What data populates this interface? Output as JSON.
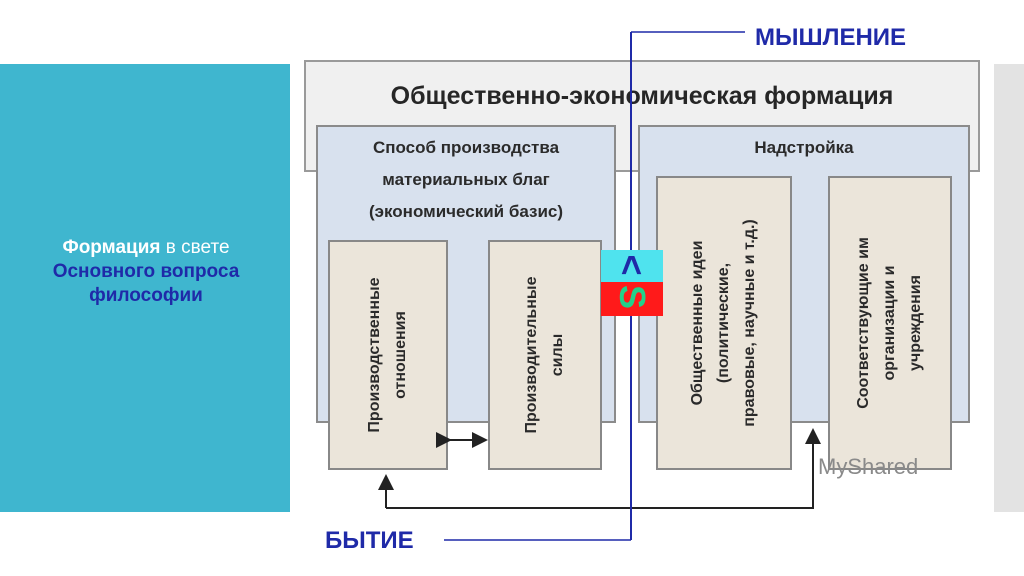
{
  "sidebar": {
    "bold_1": "Формация",
    "normal": " в свете",
    "bold_2": "Основного вопроса философии"
  },
  "diagram": {
    "title": "Общественно-экономическая формация",
    "left_panel": {
      "line1": "Способ производства",
      "line2": "материальных благ",
      "line3": "(экономический базис)"
    },
    "right_panel": {
      "title": "Надстройка"
    },
    "boxes": {
      "relations": {
        "line1": "Производственные",
        "line2": "отношения"
      },
      "forces": {
        "line1": "Производительные",
        "line2": "силы"
      },
      "ideas": {
        "line1": "Общественные идеи",
        "line2": "(политические,",
        "line3": "правовые, научные и т.д.)"
      },
      "orgs": {
        "line1": "Соответствующие им",
        "line2": "организации и",
        "line3": "учреждения"
      }
    },
    "watermark": "MyShared"
  },
  "labels": {
    "top": "МЫШЛЕНИЕ",
    "bottom": "БЫТИЕ"
  },
  "symbol": {
    "top": "<",
    "bottom": "S"
  }
}
